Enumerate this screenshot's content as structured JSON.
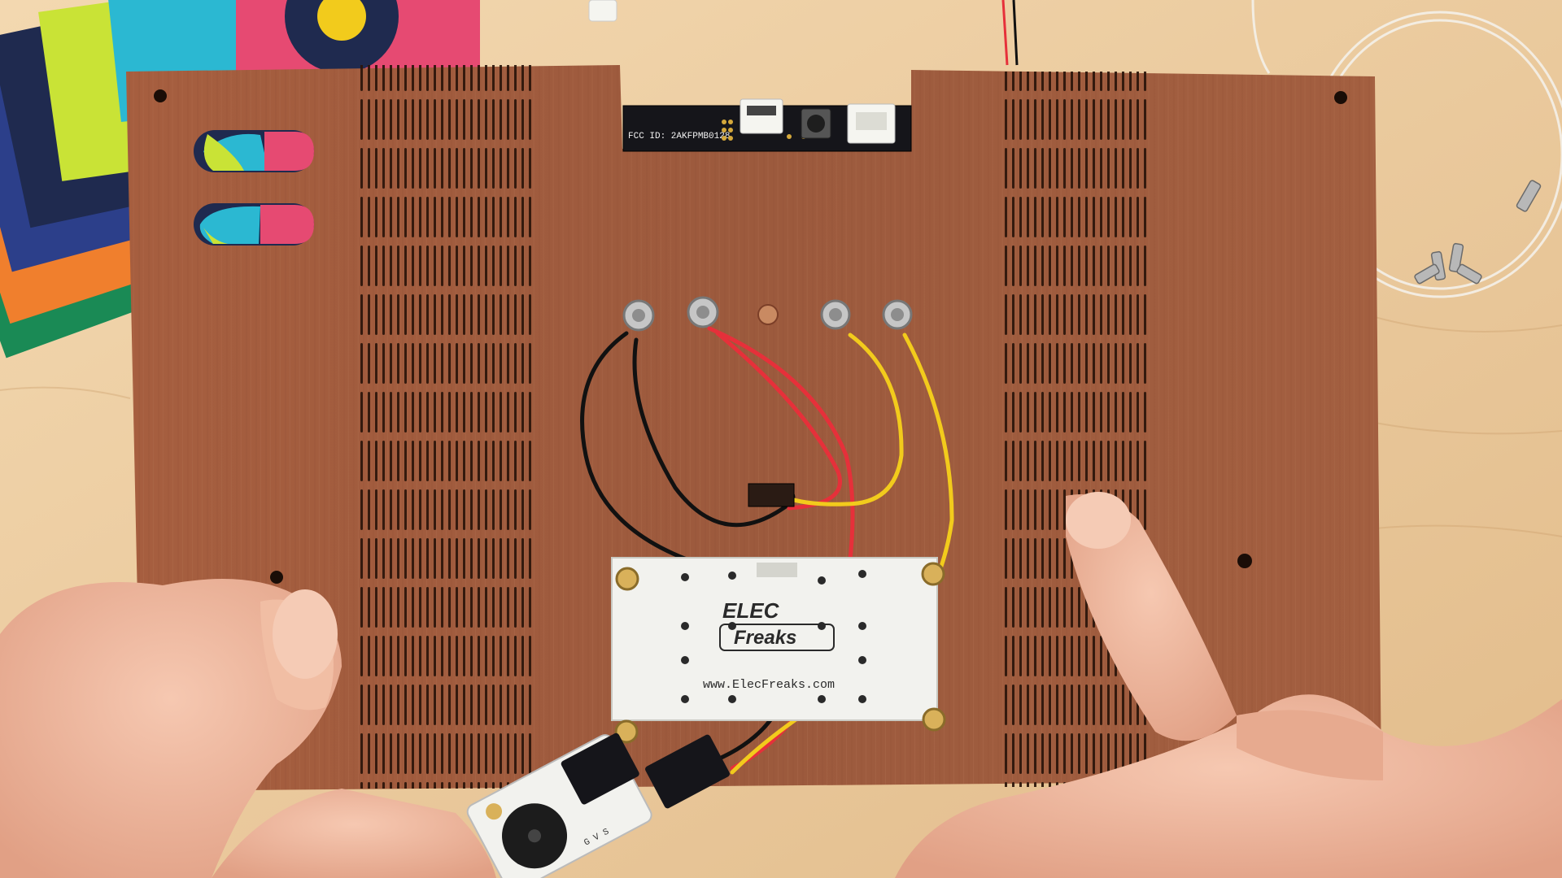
{
  "photo": {
    "board_labels": {
      "fcc_id": "FCC ID: 2AKFPMB0128",
      "brand_top": "ELEC",
      "brand_bottom": "Freaks",
      "website": "www.ElecFreaks.com",
      "sensor_pins": "G V S"
    },
    "colors": {
      "wood": "#a15c3f",
      "wood_dark": "#7c3f28",
      "table": "#e9c99b",
      "wire_black": "#111111",
      "wire_red": "#e6303a",
      "wire_yellow": "#f2cb1c",
      "pcb_white": "#f2f2ee",
      "pcb_black": "#15151a",
      "skin": "#efb59a"
    }
  }
}
